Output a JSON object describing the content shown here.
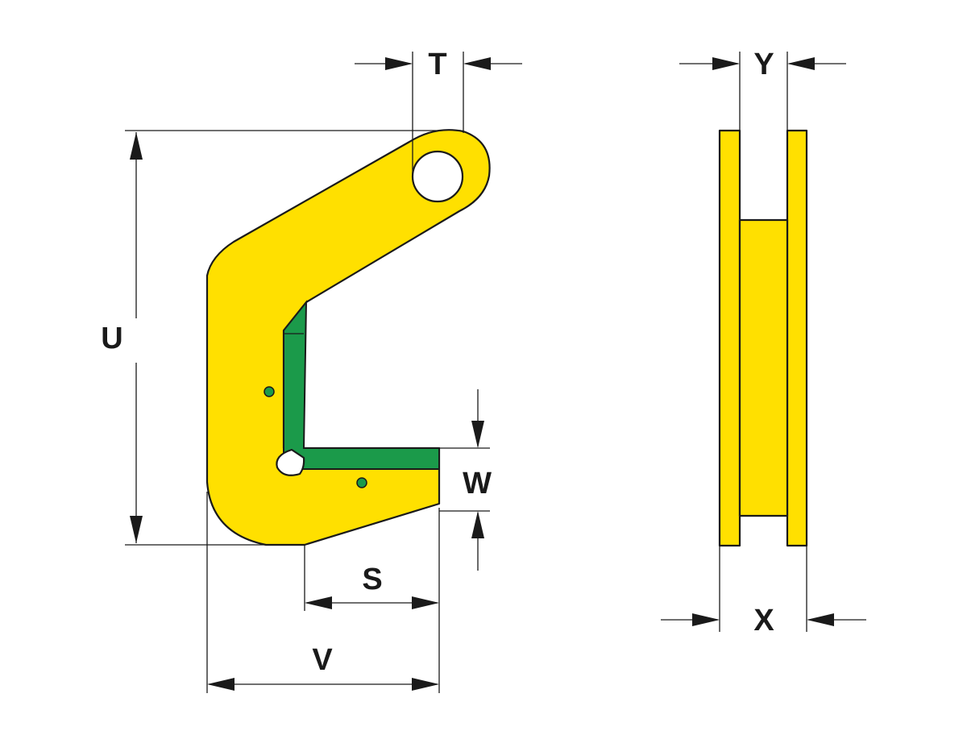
{
  "dimensions": {
    "T": "T",
    "U": "U",
    "W": "W",
    "S": "S",
    "V": "V",
    "Y": "Y",
    "X": "X"
  },
  "colors": {
    "body": "#ffe000",
    "pad": "#1b9a4a",
    "outline": "#1a1a1a"
  }
}
